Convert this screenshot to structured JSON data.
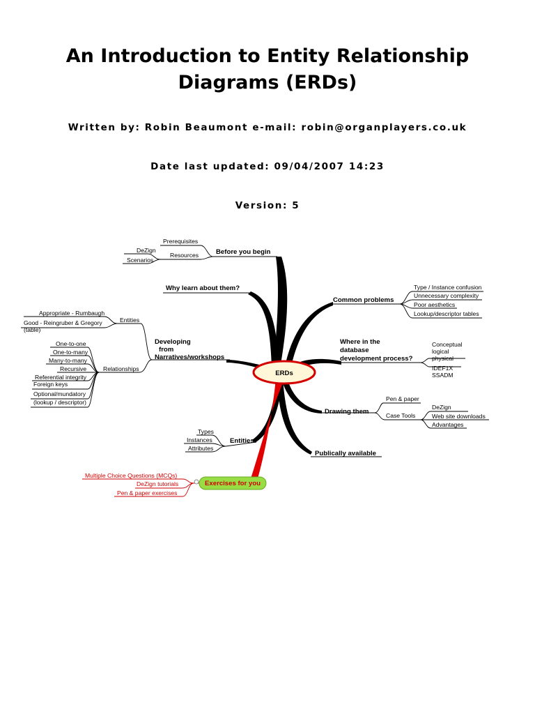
{
  "document": {
    "title_line1": "An Introduction to Entity Relationship",
    "title_line2": "Diagrams (ERDs)",
    "author_line": "Written by: Robin Beaumont e-mail: robin@organplayers.co.uk",
    "updated_line": "Date last updated: 09/04/2007 14:23",
    "version_line": "Version: 5"
  },
  "mindmap": {
    "center": "ERDs",
    "before_you_begin": {
      "label": "Before you begin",
      "prerequisites": "Prerequisites",
      "resources": "Resources",
      "dezign": "DeZign",
      "scenarios": "Scenarios"
    },
    "why_learn": "Why learn about them?",
    "developing": {
      "line1": "Developing",
      "line2": "from",
      "line3": "Narratives/workshops",
      "entities": {
        "label": "Entities",
        "item1": "Appropriate - Rumbaugh",
        "item2_line1": "Good - Reingruber & Gregory",
        "item2_line2": "(table)"
      },
      "relationships": {
        "label": "Relationships",
        "items": [
          "One-to-one",
          "One-to-many",
          "Many-to-many",
          "Recursive",
          "Referential integrity",
          "Foreign keys",
          "Optional/mundatory",
          "(lookup / descriptor)"
        ]
      }
    },
    "entities_branch": {
      "label": "Entities",
      "types": "Types",
      "instances": "Instances",
      "attributes": "Attributes"
    },
    "exercises": {
      "label": "Exercises for you",
      "items": [
        "Multiple Choice Questions (MCQs)",
        "DeZign tutorials",
        "Pen & paper exercises"
      ]
    },
    "common_problems": {
      "label": "Common problems",
      "items": [
        "Type / Instance confusion",
        "Unnecessary complexity",
        "Poor aesthetics",
        "Lookup/descriptor tables"
      ]
    },
    "where": {
      "line1": "Where in the",
      "line2": "database",
      "line3": "development process?",
      "items": [
        "Conceptual",
        "logical",
        "physical",
        "IDEF1X",
        "SSADM"
      ]
    },
    "drawing": {
      "label": "Drawing them",
      "pen_paper": "Pen & paper",
      "case_tools": "Case Tools",
      "dezign": "DeZign",
      "web_site": "Web site downloads",
      "advantages": "Advantages"
    },
    "publically": "Publically available"
  }
}
